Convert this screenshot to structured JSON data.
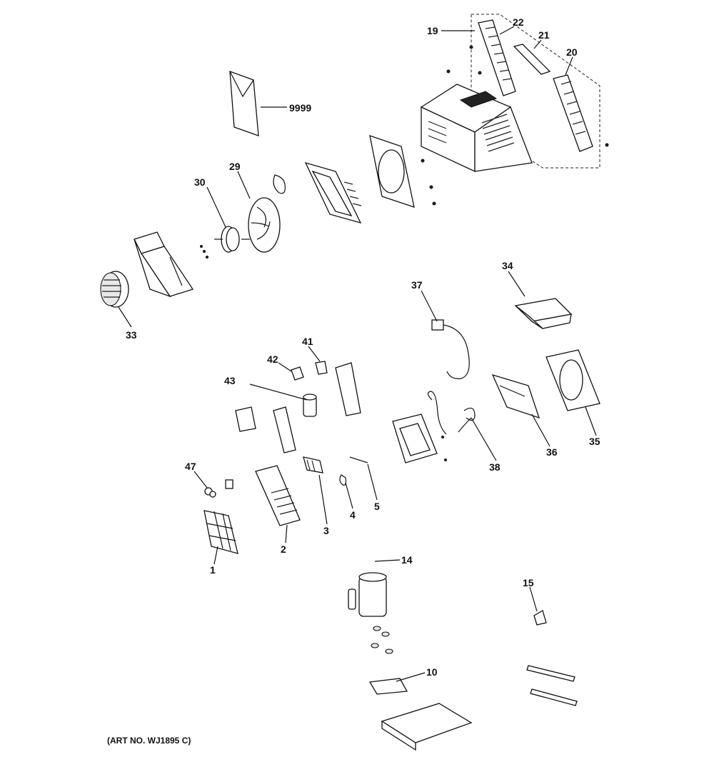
{
  "diagram": {
    "art_number": "(ART NO. WJ1895 C)",
    "callouts": [
      {
        "id": "c19",
        "label": "19"
      },
      {
        "id": "c22",
        "label": "22"
      },
      {
        "id": "c21",
        "label": "21"
      },
      {
        "id": "c20",
        "label": "20"
      },
      {
        "id": "c9999",
        "label": "9999"
      },
      {
        "id": "c29",
        "label": "29"
      },
      {
        "id": "c30",
        "label": "30"
      },
      {
        "id": "c33",
        "label": "33"
      },
      {
        "id": "c34",
        "label": "34"
      },
      {
        "id": "c37",
        "label": "37"
      },
      {
        "id": "c41",
        "label": "41"
      },
      {
        "id": "c42",
        "label": "42"
      },
      {
        "id": "c43",
        "label": "43"
      },
      {
        "id": "c35",
        "label": "35"
      },
      {
        "id": "c36",
        "label": "36"
      },
      {
        "id": "c38",
        "label": "38"
      },
      {
        "id": "c47",
        "label": "47"
      },
      {
        "id": "c5",
        "label": "5"
      },
      {
        "id": "c4",
        "label": "4"
      },
      {
        "id": "c3",
        "label": "3"
      },
      {
        "id": "c2",
        "label": "2"
      },
      {
        "id": "c1",
        "label": "1"
      },
      {
        "id": "c14",
        "label": "14"
      },
      {
        "id": "c15",
        "label": "15"
      },
      {
        "id": "c10",
        "label": "10"
      }
    ]
  }
}
